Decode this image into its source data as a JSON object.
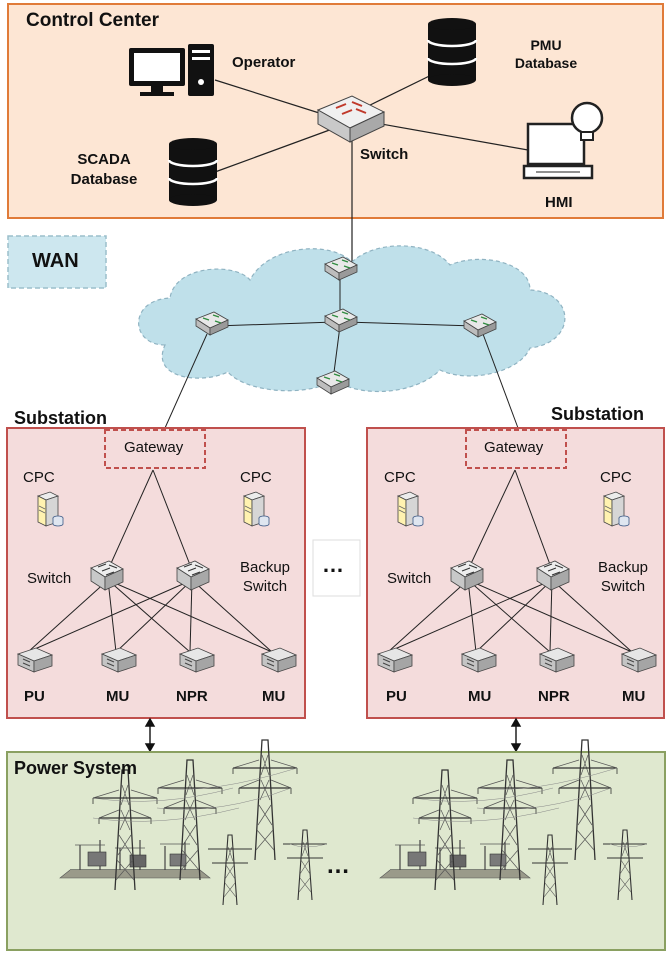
{
  "control_center": {
    "title": "Control Center",
    "operator": "Operator",
    "pmu_database": [
      "PMU",
      "Database"
    ],
    "scada_database": [
      "SCADA",
      "Database"
    ],
    "switch": "Switch",
    "hmi": "HMI"
  },
  "wan": {
    "label": "WAN"
  },
  "substations": [
    {
      "title": "Substation",
      "gateway": "Gateway",
      "cpc_left": "CPC",
      "cpc_right": "CPC",
      "switch": "Switch",
      "backup_switch": [
        "Backup",
        "Switch"
      ],
      "devices": [
        "PU",
        "MU",
        "NPR",
        "MU"
      ]
    },
    {
      "title": "Substation",
      "gateway": "Gateway",
      "cpc_left": "CPC",
      "cpc_right": "CPC",
      "switch": "Switch",
      "backup_switch": [
        "Backup",
        "Switch"
      ],
      "devices": [
        "PU",
        "MU",
        "NPR",
        "MU"
      ]
    }
  ],
  "between_substations": "…",
  "power_system": {
    "title": "Power System",
    "ellipsis": "…"
  },
  "colors": {
    "control_center_fill": "#fde6d4",
    "control_center_border": "#e07b39",
    "wan_fill": "#cde7ef",
    "cloud_fill": "#bfe0ea",
    "substation_fill": "#f4dcdc",
    "substation_border": "#c0504d",
    "gateway_border": "#c0504d",
    "power_fill": "#dfe8cf",
    "power_border": "#8aa061"
  }
}
